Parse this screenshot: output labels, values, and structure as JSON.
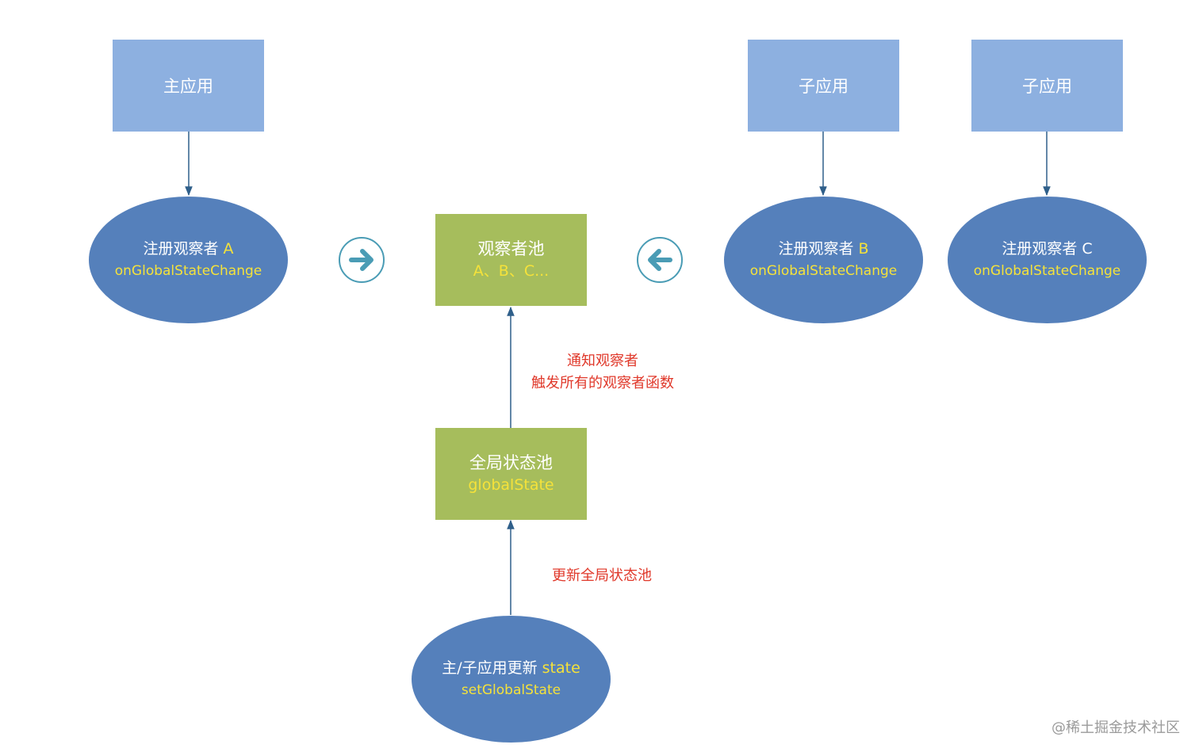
{
  "nodes": {
    "main_app": {
      "label": "主应用"
    },
    "sub_app_b": {
      "label": "子应用"
    },
    "sub_app_c": {
      "label": "子应用"
    },
    "register_a": {
      "title": "注册观察者",
      "suffix": "A",
      "subtitle": "onGlobalStateChange"
    },
    "register_b": {
      "title": "注册观察者",
      "suffix": "B",
      "subtitle": "onGlobalStateChange"
    },
    "register_c": {
      "title": "注册观察者",
      "suffix": "C",
      "subtitle": "onGlobalStateChange"
    },
    "observer_pool": {
      "title": "观察者池",
      "subtitle": "A、B、C..."
    },
    "global_state_pool": {
      "title": "全局状态池",
      "subtitle": "globalState"
    },
    "update_state": {
      "title": "主/子应用更新",
      "suffix": "state",
      "subtitle": "setGlobalState"
    }
  },
  "edge_labels": {
    "notify_line1": "通知观察者",
    "notify_line2": "触发所有的观察者函数",
    "update_pool": "更新全局状态池"
  },
  "icons": {
    "right_arrow": "arrow-right-icon",
    "left_arrow": "arrow-left-icon"
  },
  "watermark": "@稀土掘金技术社区",
  "colors": {
    "app_box": "#8db0e0",
    "pool_box": "#a6bd5c",
    "ellipse": "#5580bb",
    "edge": "#2f5f8a",
    "accent_yellow": "#f5e23a",
    "label_red": "#e0382a",
    "arrow_icon": "#4a9cb5"
  }
}
